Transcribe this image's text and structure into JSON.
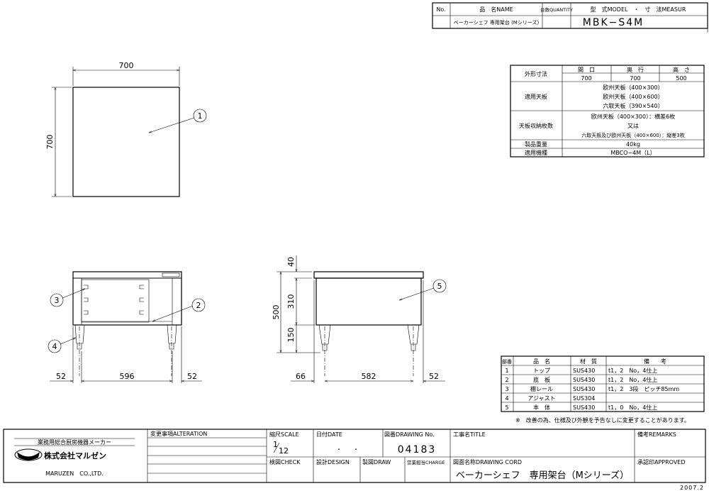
{
  "header": {
    "no_label": "No.",
    "name_label": "品　名NAME",
    "quantity_label": "台数QUANTITY",
    "model_label": "型　式MODEL　・　寸　法MEASUR",
    "product_name": "ベーカーシェフ 専用架台 (Mシリーズ)",
    "model": "MBK−S4M"
  },
  "top_view": {
    "width_dim": "700",
    "depth_dim": "700",
    "balloon": "1"
  },
  "front_view": {
    "dims": [
      "52",
      "596",
      "52"
    ],
    "balloons": [
      "3",
      "2",
      "4"
    ]
  },
  "side_view": {
    "dims": [
      "66",
      "582",
      "52"
    ],
    "height_total": "500",
    "heights": [
      "40",
      "310",
      "150"
    ],
    "balloon": "5"
  },
  "spec_table": {
    "outer_dim_label": "外形寸法",
    "col_headers": [
      "間　口",
      "奥　行",
      "高　さ"
    ],
    "col_values": [
      "700",
      "700",
      "500"
    ],
    "tray_label": "適用天板",
    "trays": [
      "欧州天板（400×300）",
      "欧州天板（400×600）",
      "六取天板（390×540）"
    ],
    "capacity_label": "天板収納枚数",
    "capacity": [
      "欧州天板（400×300）：横差6枚",
      "又は",
      "六取天板及び欧州天板（400×600）：縦差3枚"
    ],
    "weight_label": "製品重量",
    "weight": "40kg",
    "model_label": "適用機種",
    "model": "MBCO−4M（L）"
  },
  "parts_table": {
    "headers": [
      "部番",
      "品　名",
      "材　質",
      "備　　考"
    ],
    "rows": [
      [
        "1",
        "トップ",
        "SUS430",
        "t1，2　No，4仕上"
      ],
      [
        "2",
        "底　板",
        "SUS430",
        "t1，2　No，4仕上"
      ],
      [
        "3",
        "棚レール",
        "SUS430",
        "t1，2　3段　ピッチ85mm"
      ],
      [
        "4",
        "アジャスト",
        "SUS304",
        ""
      ],
      [
        "5",
        "本　体",
        "SUS430",
        "t1，0　No，4仕上"
      ]
    ],
    "note": "※　改善の為、仕様及び外観を予告なしに変更することがあります。"
  },
  "title_block": {
    "company_tagline": "業務用総合厨房機器メーカー",
    "company_name": "株式会社マルゼン",
    "logo_text": "MARUZEN",
    "company_en": "MARUZEN　CO.,LTD.",
    "alteration_label": "変更事項ALTERATION",
    "scale_label": "縮尺SCALE",
    "scale_num": "1",
    "scale_den": "12",
    "date_label": "日付DATE",
    "date_value": "・　　・",
    "drawing_no_label": "図番DRAWING No.",
    "drawing_no": "04183",
    "title_label": "工事名TITLE",
    "remarks_label": "備考REMARKS",
    "check_label": "検図CHECK",
    "design_label": "設計DESIGN",
    "draw_label": "製図DRAW",
    "charge_label": "営業担当CHARGE",
    "drawing_cord_label": "図面名称DRAWING CORD",
    "drawing_cord": "ベーカーシェフ　専用架台（Mシリーズ）",
    "approved_label": "承認印APPROVED",
    "issue_date": "2007.2"
  }
}
